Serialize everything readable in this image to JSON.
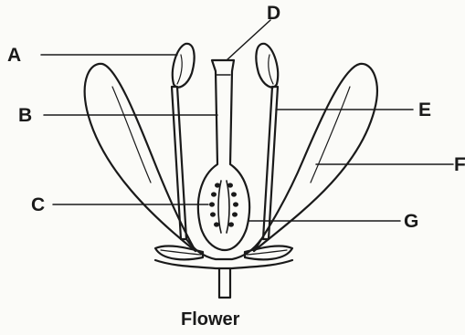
{
  "diagram": {
    "labels": {
      "a": "A",
      "b": "B",
      "c": "C",
      "d": "D",
      "e": "E",
      "f": "F",
      "g": "G"
    },
    "caption": "Flower",
    "colors": {
      "ink": "#1a1a1a",
      "background": "#fbfbf8"
    }
  }
}
